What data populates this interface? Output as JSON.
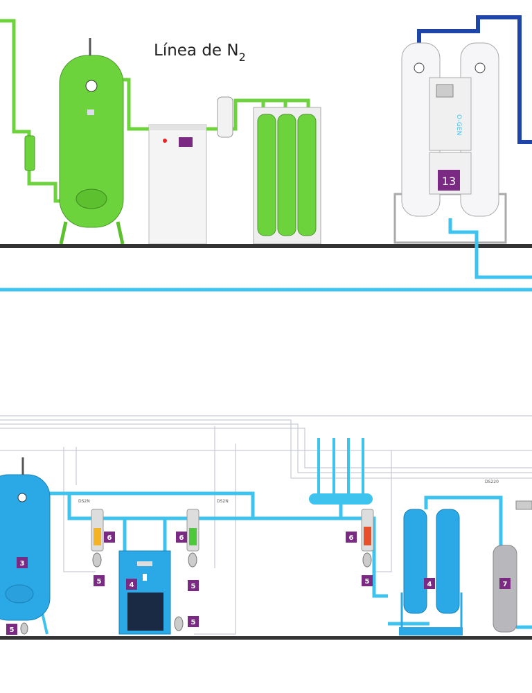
{
  "title": {
    "text": "Línea de N",
    "subscript": "2"
  },
  "generator": {
    "brand": "O-GEN",
    "badge": "13"
  },
  "colors": {
    "cyan_pipe": "#3ec3ee",
    "green": "#6dd33c",
    "dark_blue_pipe": "#1f45a8",
    "badge": "#7b2a84",
    "floor": "#333333"
  },
  "bottom": {
    "badges": [
      "3",
      "5",
      "6",
      "5",
      "4",
      "6",
      "5",
      "5",
      "6",
      "5",
      "4",
      "7"
    ],
    "gauge_label_1": "DS2N",
    "gauge_label_2": "DS2N",
    "sensor_label": "DS220"
  }
}
